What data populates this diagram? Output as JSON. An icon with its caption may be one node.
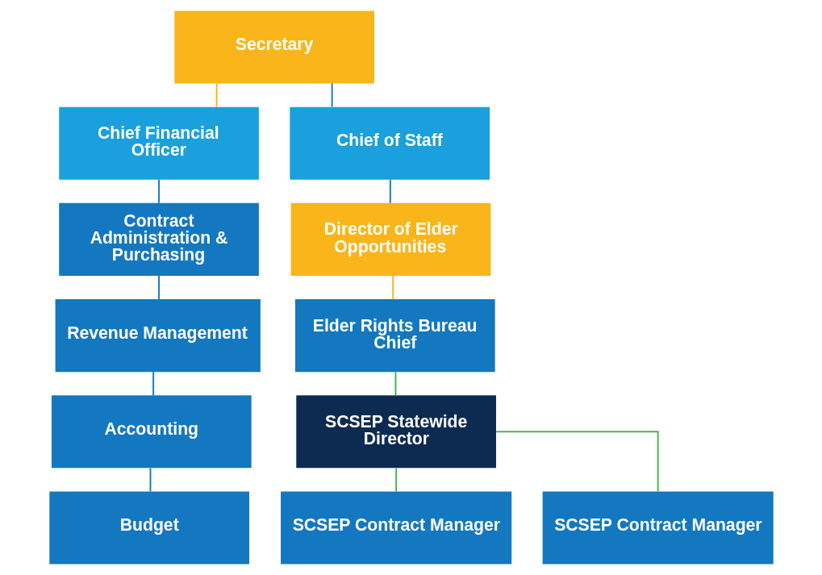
{
  "diagram": {
    "nodes": [
      {
        "text": [
          "Secretary"
        ]
      },
      {
        "text": [
          "Chief Financial Officer"
        ]
      },
      {
        "text": [
          "Contract Administration & Purchasing"
        ]
      },
      {
        "text": [
          "Revenue Management"
        ]
      },
      {
        "text": [
          "Accounting"
        ]
      },
      {
        "text": [
          "Budget"
        ]
      },
      {
        "text": [
          "Chief of Staff"
        ]
      },
      {
        "text": [
          "Director of Elder Opportunities"
        ]
      },
      {
        "text": [
          "Elder Rights Bureau Chief"
        ]
      },
      {
        "text": [
          "SCSEP Statewide Director"
        ]
      },
      {
        "text": [
          "SCSEP Contract Manager"
        ]
      },
      {
        "text": [
          "SCSEP Contract Manager"
        ]
      }
    ],
    "edges": [
      {
        "from": 0,
        "to": 1,
        "arrow": "none",
        "color": "#f9b51a"
      },
      {
        "from": 0,
        "to": 6,
        "arrow": "none"
      },
      {
        "from": 1,
        "to": 2,
        "arrow": "none"
      },
      {
        "from": 2,
        "to": 3,
        "arrow": "none"
      },
      {
        "from": 3,
        "to": 4,
        "arrow": "none"
      },
      {
        "from": 4,
        "to": 5,
        "arrow": "none"
      },
      {
        "from": 6,
        "to": 7,
        "arrow": "none"
      },
      {
        "from": 7,
        "to": 8,
        "arrow": "none",
        "color": "#f9b51a"
      },
      {
        "from": 8,
        "to": 9,
        "arrow": "none",
        "color": "#4cb648"
      },
      {
        "from": 9,
        "to": 10,
        "arrow": "none",
        "color": "#4cb648"
      },
      {
        "from": 9,
        "to": 11,
        "arrow": "none",
        "color": "#4cb648"
      }
    ]
  }
}
